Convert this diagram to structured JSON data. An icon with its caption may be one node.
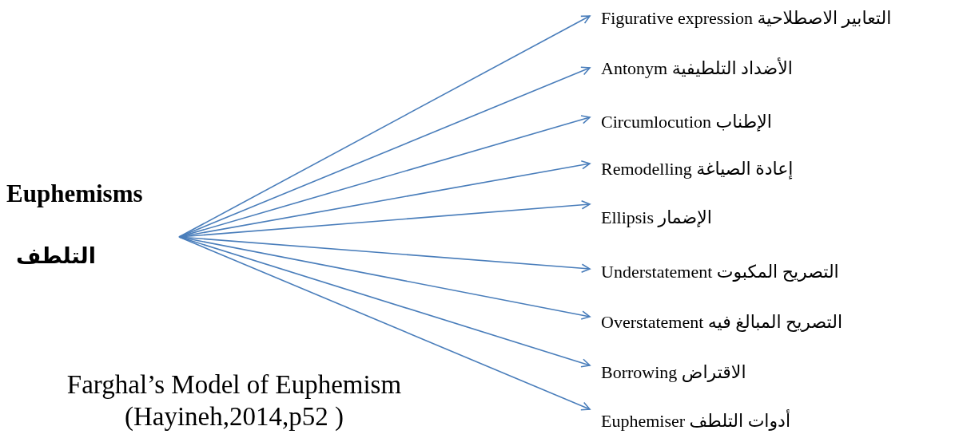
{
  "diagram": {
    "caption": "Farghal’s Model of Euphemism (Hayineh,2014,p52 )",
    "nodes": [
      {
        "text": [
          "Euphemisms",
          "التلطف"
        ]
      },
      {
        "text": [
          "Figurative expression التعابير الاصطلاحية"
        ]
      },
      {
        "text": [
          "Antonym الأضداد التلطيفية"
        ]
      },
      {
        "text": [
          "Circumlocution الإطناب"
        ]
      },
      {
        "text": [
          "Remodelling إعادة الصياغة"
        ]
      },
      {
        "text": [
          "Ellipsis الإضمار"
        ]
      },
      {
        "text": [
          "Understatement التصريح المكبوت"
        ]
      },
      {
        "text": [
          "Overstatement التصريح المبالغ فيه"
        ]
      },
      {
        "text": [
          "Borrowing الاقتراض"
        ]
      },
      {
        "text": [
          "Euphemiser أدوات التلطف"
        ]
      }
    ],
    "edges": [
      {
        "from": 0,
        "to": 1,
        "arrow": "to"
      },
      {
        "from": 0,
        "to": 2,
        "arrow": "to"
      },
      {
        "from": 0,
        "to": 3,
        "arrow": "to"
      },
      {
        "from": 0,
        "to": 4,
        "arrow": "to"
      },
      {
        "from": 0,
        "to": 5,
        "arrow": "to"
      },
      {
        "from": 0,
        "to": 6,
        "arrow": "to"
      },
      {
        "from": 0,
        "to": 7,
        "arrow": "to"
      },
      {
        "from": 0,
        "to": 8,
        "arrow": "to"
      },
      {
        "from": 0,
        "to": 9,
        "arrow": "to"
      }
    ]
  }
}
